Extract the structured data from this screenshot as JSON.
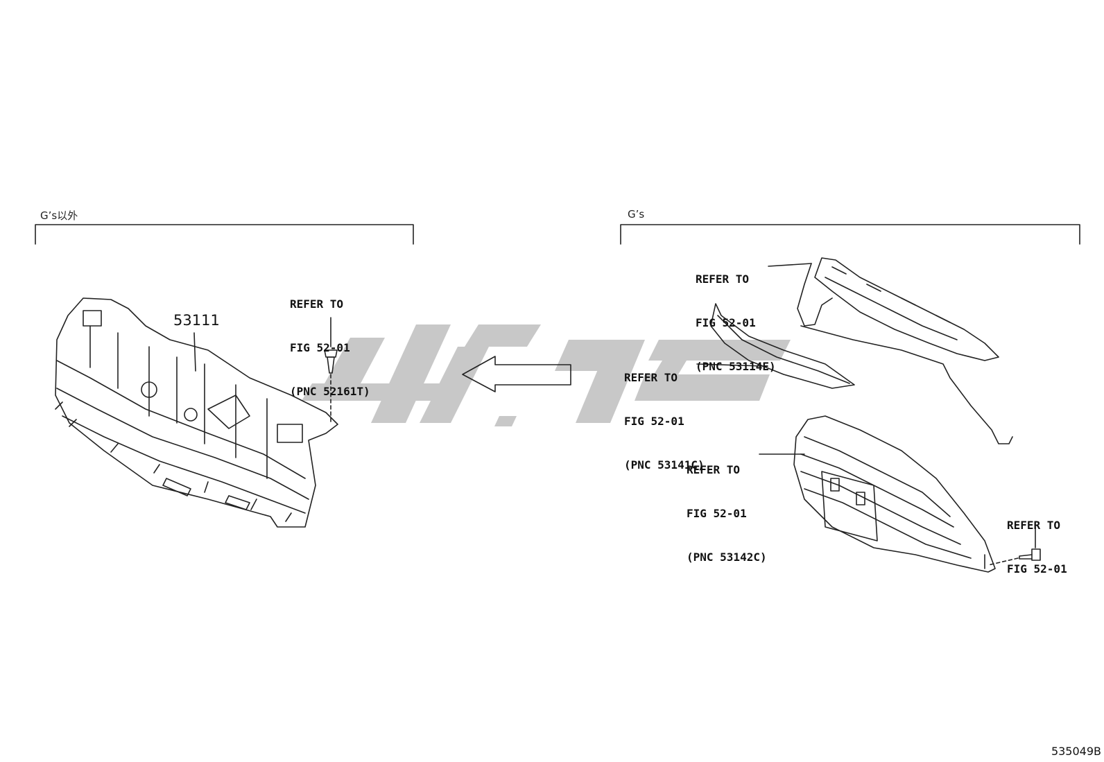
{
  "groups": {
    "left": "G’s以外",
    "right": "G’s"
  },
  "part_number": "53111",
  "callouts": {
    "clip": {
      "line1": "REFER TO",
      "line2": "FIG 52-01",
      "line3": "(PNC 52161T)"
    },
    "upper_molding": {
      "line1": "REFER TO",
      "line2": "FIG 52-01",
      "line3": "(PNC 53114E)"
    },
    "strip": {
      "line1": "REFER TO",
      "line2": "FIG 52-01",
      "line3": "(PNC 53141C)"
    },
    "lower_grille": {
      "line1": "REFER TO",
      "line2": "FIG 52-01",
      "line3": "(PNC 53142C)"
    },
    "screw": {
      "line1": "REFER TO",
      "line2": "FIG 52-01"
    }
  },
  "figure_code": "535049B",
  "colors": {
    "line": "#222222",
    "watermark": "#c8c8c8"
  }
}
